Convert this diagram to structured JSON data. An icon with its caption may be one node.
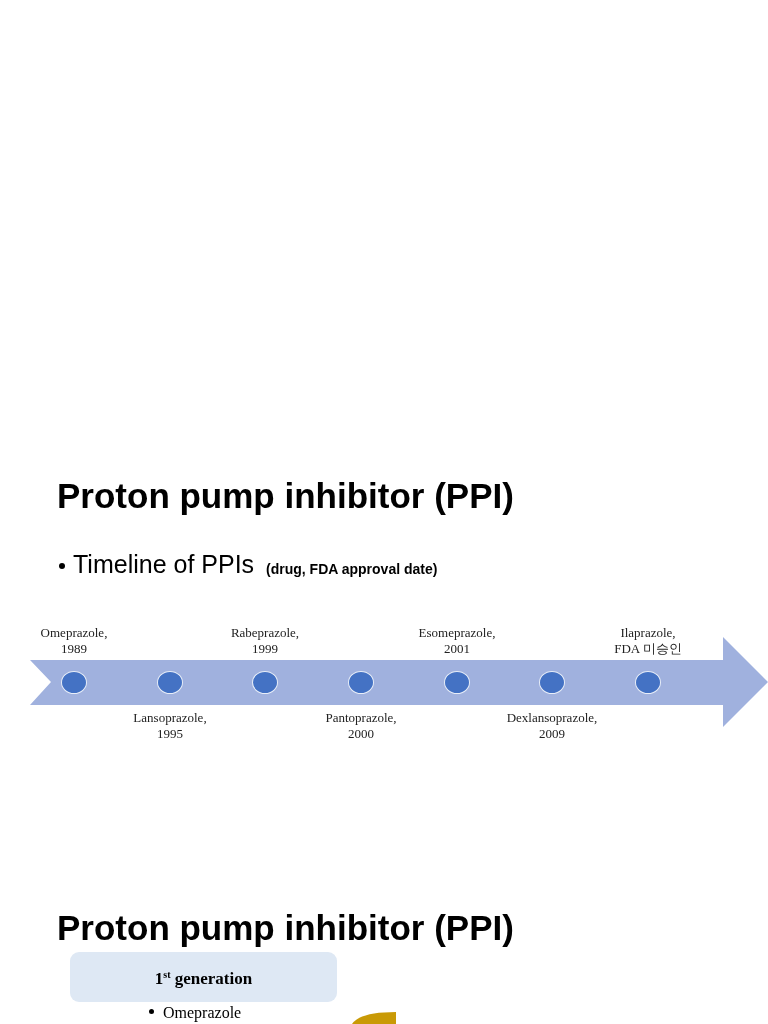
{
  "diagram": {
    "title": "Proton pump inhibitor (PPI)",
    "nodes": [
      {
        "text": [],
        "shape": "arrow"
      },
      {
        "text": [],
        "shape": "circle",
        "in": 0,
        "beside": [
          "Omeprazole, 1989"
        ]
      },
      {
        "text": [],
        "shape": "circle",
        "in": 0,
        "beside": [
          "Lansoprazole, 1995"
        ]
      },
      {
        "text": [],
        "shape": "circle",
        "in": 0,
        "beside": [
          "Rabeprazole, 1999"
        ]
      },
      {
        "text": [],
        "shape": "circle",
        "in": 0,
        "beside": [
          "Pantoprazole, 2000"
        ]
      },
      {
        "text": [],
        "shape": "circle",
        "in": 0,
        "beside": [
          "Esomeprazole, 2001"
        ]
      },
      {
        "text": [],
        "shape": "circle",
        "in": 0,
        "beside": [
          "Dexlansoprazole, 2009"
        ]
      },
      {
        "text": [],
        "shape": "circle",
        "in": 0,
        "beside": [
          "Ilaprazole, FDA 미승인"
        ]
      },
      {
        "text": [
          "1$^{st}$ generation"
        ]
      }
    ],
    "labels": [
      "Timeline of PPIs $_{(drug, FDA approval date)}$",
      "Proton pump inhibitor (PPI)",
      "Omeprazole"
    ]
  }
}
